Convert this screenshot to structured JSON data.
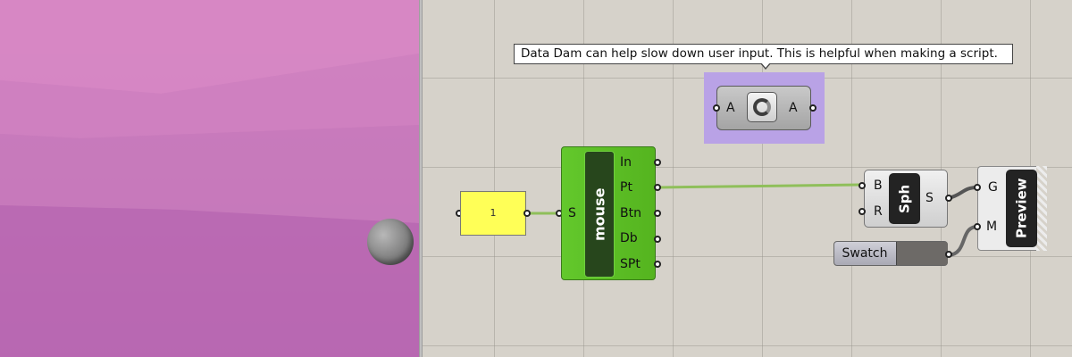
{
  "tooltip": {
    "text": "Data Dam can help slow down user input. This is helpful when making a script."
  },
  "data_dam": {
    "input_label": "A",
    "output_label": "A",
    "icon": "dam-icon"
  },
  "number": {
    "value": "1"
  },
  "mouse": {
    "title": "mouse",
    "input_label": "S",
    "outputs": [
      "In",
      "Pt",
      "Btn",
      "Db",
      "SPt"
    ]
  },
  "sphere": {
    "title": "Sph",
    "inputs": [
      "B",
      "R"
    ],
    "output_label": "S"
  },
  "swatch": {
    "label": "Swatch",
    "color": "#6d6a67"
  },
  "preview": {
    "title": "Preview",
    "inputs": [
      "G",
      "M"
    ]
  },
  "colors": {
    "viewport_bg": "#c878bb",
    "canvas_bg": "#d6d2ca",
    "group_bg": "#b9a2e6",
    "mouse_green": "#5abd24",
    "number_yellow": "#ffff57"
  }
}
